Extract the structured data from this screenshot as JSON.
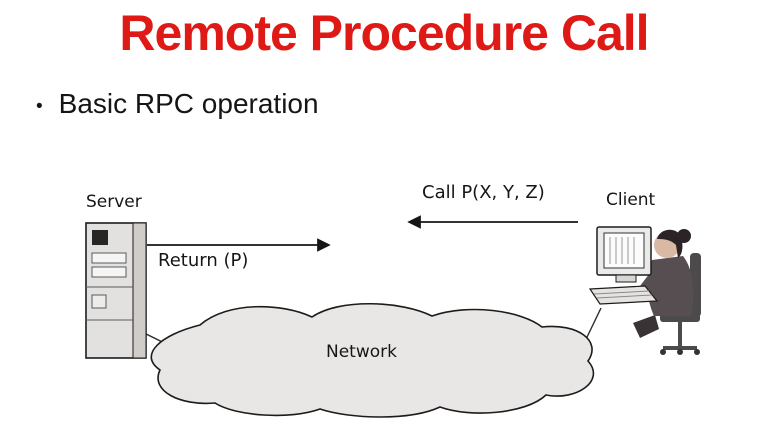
{
  "slide": {
    "title": "Remote Procedure Call",
    "bullet_glyph": "•",
    "bullet": "Basic RPC operation"
  },
  "diagram": {
    "server_label": "Server",
    "client_label": "Client",
    "network_label": "Network",
    "call_label": "Call P(X, Y, Z)",
    "return_label": "Return (P)"
  },
  "colors": {
    "title_red": "#df1916",
    "cloud_fill": "#e9e7e6",
    "outline": "#1c1c1c"
  }
}
